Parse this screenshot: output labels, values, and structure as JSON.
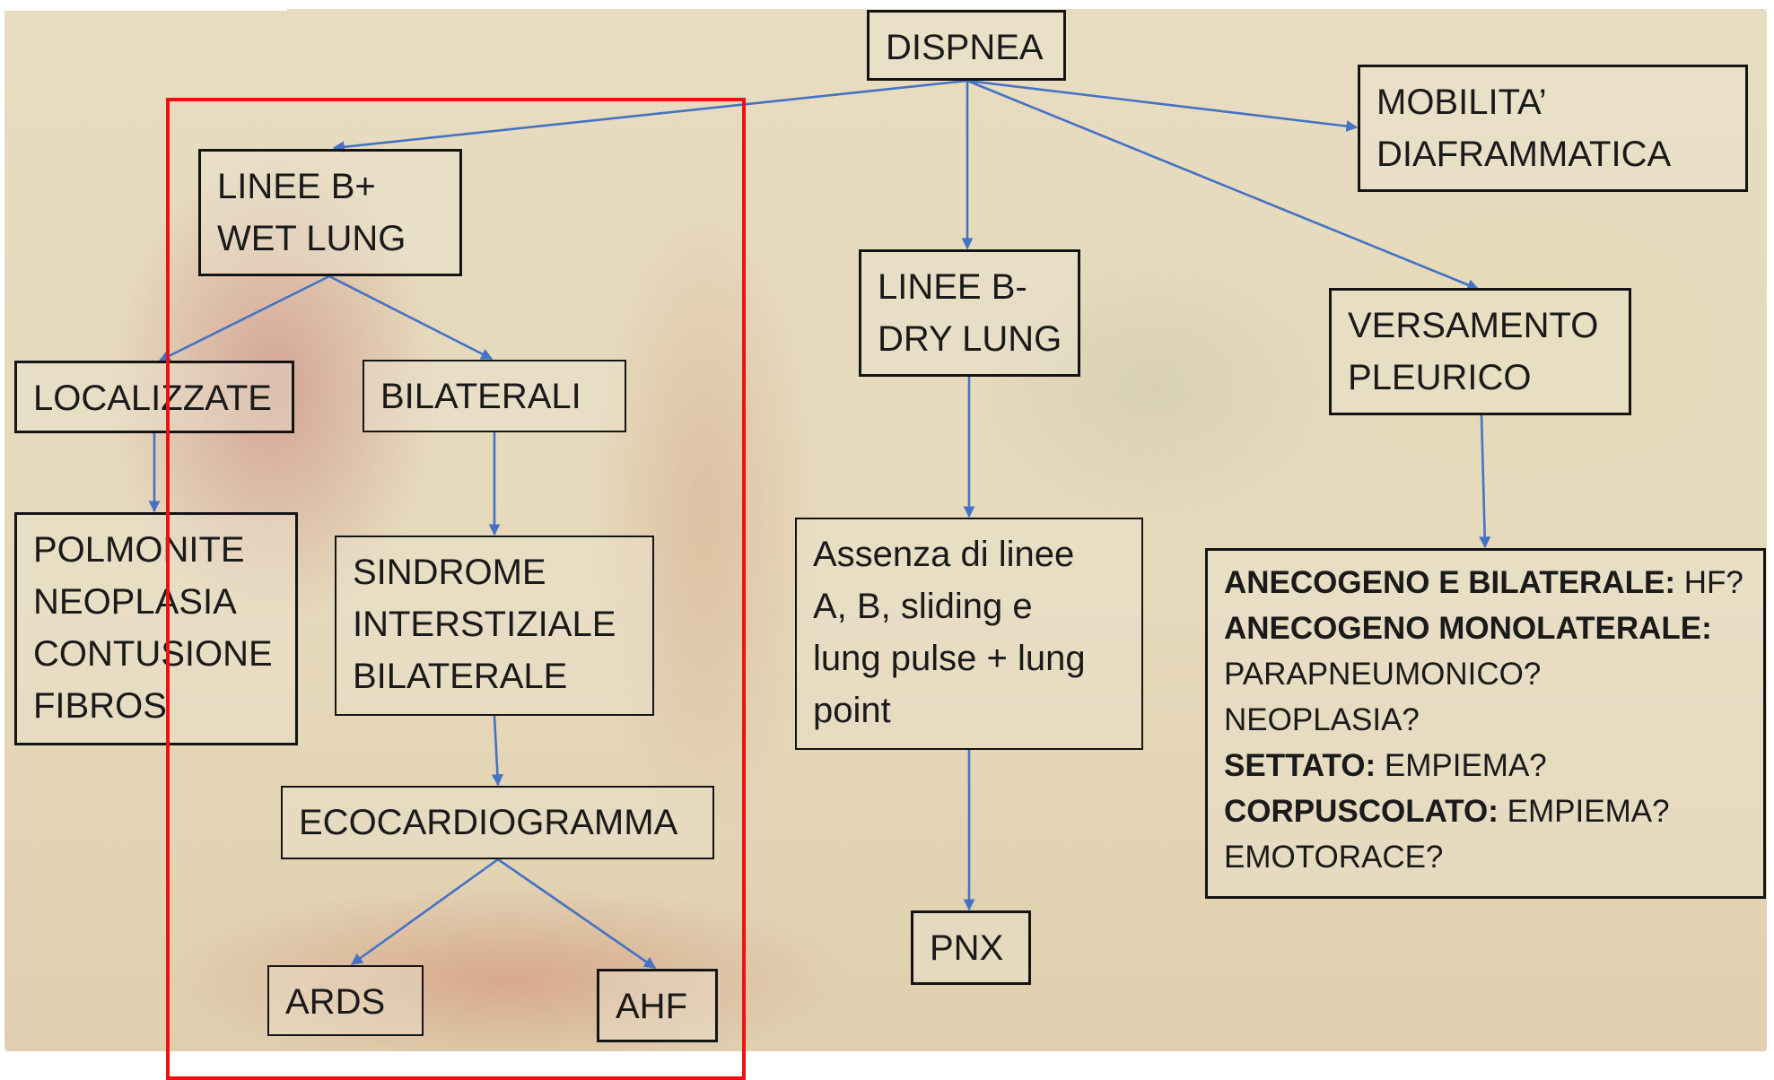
{
  "diagram": {
    "root": {
      "lines": [
        "DISPNEA"
      ]
    },
    "branches": {
      "mobilita": {
        "lines": [
          "MOBILITA’",
          "DIAFRAMMATICA"
        ]
      },
      "wet_lung": {
        "lines": [
          "LINEE B+",
          "WET LUNG"
        ]
      },
      "dry_lung": {
        "lines": [
          "LINEE B-",
          "DRY LUNG"
        ]
      },
      "versamento": {
        "lines": [
          "VERSAMENTO",
          "PLEURICO"
        ]
      }
    },
    "wet_lung_children": {
      "localizzate": {
        "lines": [
          "LOCALIZZATE"
        ]
      },
      "bilaterali": {
        "lines": [
          "BILATERALI"
        ]
      },
      "localizzate_detail": {
        "lines": [
          "POLMONITE",
          "NEOPLASIA",
          "CONTUSIONE",
          "FIBROS"
        ]
      },
      "sindrome": {
        "lines": [
          "SINDROME",
          "INTERSTIZIALE",
          "BILATERALE"
        ]
      },
      "ecocardiogramma": {
        "lines": [
          "ECOCARDIOGRAMMA"
        ]
      },
      "ards": {
        "lines": [
          "ARDS"
        ]
      },
      "ahf": {
        "lines": [
          "AHF"
        ]
      }
    },
    "dry_lung_children": {
      "assenza": {
        "lines": [
          "Assenza di linee",
          "A, B, sliding e",
          "lung pulse + lung",
          "point"
        ]
      },
      "pnx": {
        "lines": [
          "PNX"
        ]
      }
    },
    "versamento_detail": {
      "rows": [
        {
          "bold": "ANECOGENO E BILATERALE:",
          "text": " HF?"
        },
        {
          "bold": "ANECOGENO MONOLATERALE:",
          "text": ""
        },
        {
          "bold": "",
          "text": "PARAPNEUMONICO?"
        },
        {
          "bold": "",
          "text": "NEOPLASIA?"
        },
        {
          "bold": "SETTATO:",
          "text": " EMPIEMA?"
        },
        {
          "bold": "CORPUSCOLATO:",
          "text": " EMPIEMA?"
        },
        {
          "bold": "",
          "text": "EMOTORACE?"
        }
      ]
    },
    "colors": {
      "arrow": "#4472c4",
      "highlight": "#ee1111",
      "box_border": "#141414"
    }
  }
}
